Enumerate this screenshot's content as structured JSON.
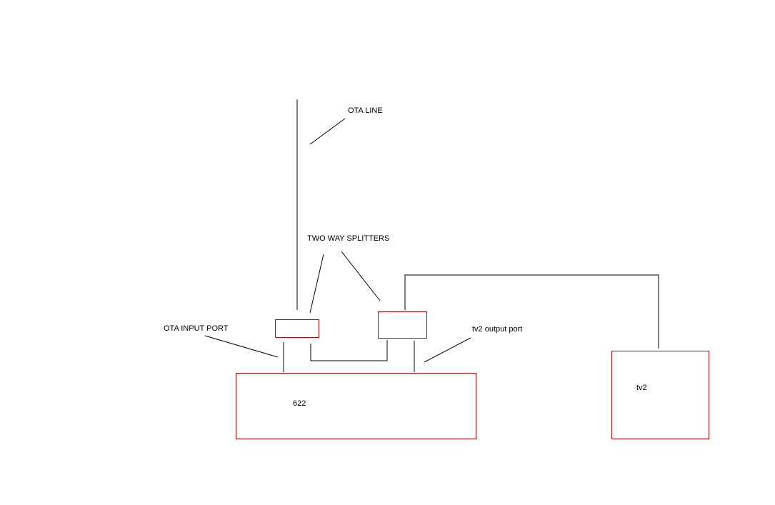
{
  "diagram": {
    "labels": {
      "ota_line": "OTA LINE",
      "two_way_splitters": "TWO WAY SPLITTERS",
      "ota_input_port": "OTA INPUT PORT",
      "tv2_output_port": "tv2 output port",
      "receiver": "622",
      "tv2": "tv2"
    },
    "colors": {
      "line": "#000000",
      "box_border": "#cc0000",
      "background": "#ffffff"
    }
  }
}
